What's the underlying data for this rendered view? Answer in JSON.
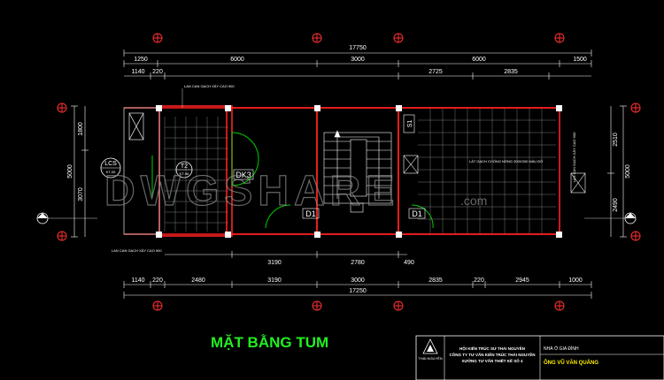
{
  "title": "MẶT BẰNG TUM",
  "watermark": {
    "main": "DWGSHARE",
    "suffix": ".com"
  },
  "dimensions": {
    "overall_top": "17750",
    "overall_bottom": "17250",
    "top_row1": [
      "1250",
      "6000",
      "3000",
      "6000",
      "1500"
    ],
    "top_row2": [
      "1140",
      "220",
      "2725",
      "2835"
    ],
    "bottom_row1": [
      "3190",
      "2780"
    ],
    "bottom_row2": [
      "1140",
      "220",
      "2480",
      "3190",
      "3000",
      "2835",
      "220",
      "2945",
      "1000"
    ],
    "bottom_small": "490",
    "left_total": "5000",
    "left_parts": [
      "1800",
      "3070"
    ],
    "right_total": "5000",
    "right_parts": [
      "2510",
      "2490"
    ]
  },
  "room_labels": {
    "dk3": "DK3",
    "d1_left": "D1",
    "d1_right": "D1",
    "s1": "S1",
    "lcs": "LCS",
    "lcs_ref": "KT-05",
    "t2": "T2",
    "t2_ref": "KT-06",
    "axis_a": "A"
  },
  "notes": {
    "top_left": "LAN CAN GẠCH XÂY CAO 900",
    "bottom_left": "LAN CAN GẠCH XÂY CAO 900",
    "right_room": "LÁT GẠCH CHỐNG NÓNG 300X300 MÀU ĐỎ",
    "right_wall": "LAN CAN GẠCH XÂY CAO 900"
  },
  "title_block": {
    "line1": "HỘI KIẾN TRÚC SƯ THÁI NGUYÊN",
    "line2": "CÔNG TY TƯ VẤN KIẾN TRÚC THÁI NGUYÊN",
    "line3": "XƯỞNG TƯ VẤN THIẾT KẾ SỐ 4",
    "logo_text": "THÁI NGUYÊN",
    "project_label": "NHÀ Ở GIA ĐÌNH",
    "owner": "ÔNG VŨ VĂN QUẢNG"
  },
  "colors": {
    "background": "#000000",
    "wall": "#ff2020",
    "dimension": "#ffffff",
    "door": "#00d000",
    "axis": "#ff3030",
    "title": "#22ee22",
    "title_block_text": "#ffee00"
  }
}
